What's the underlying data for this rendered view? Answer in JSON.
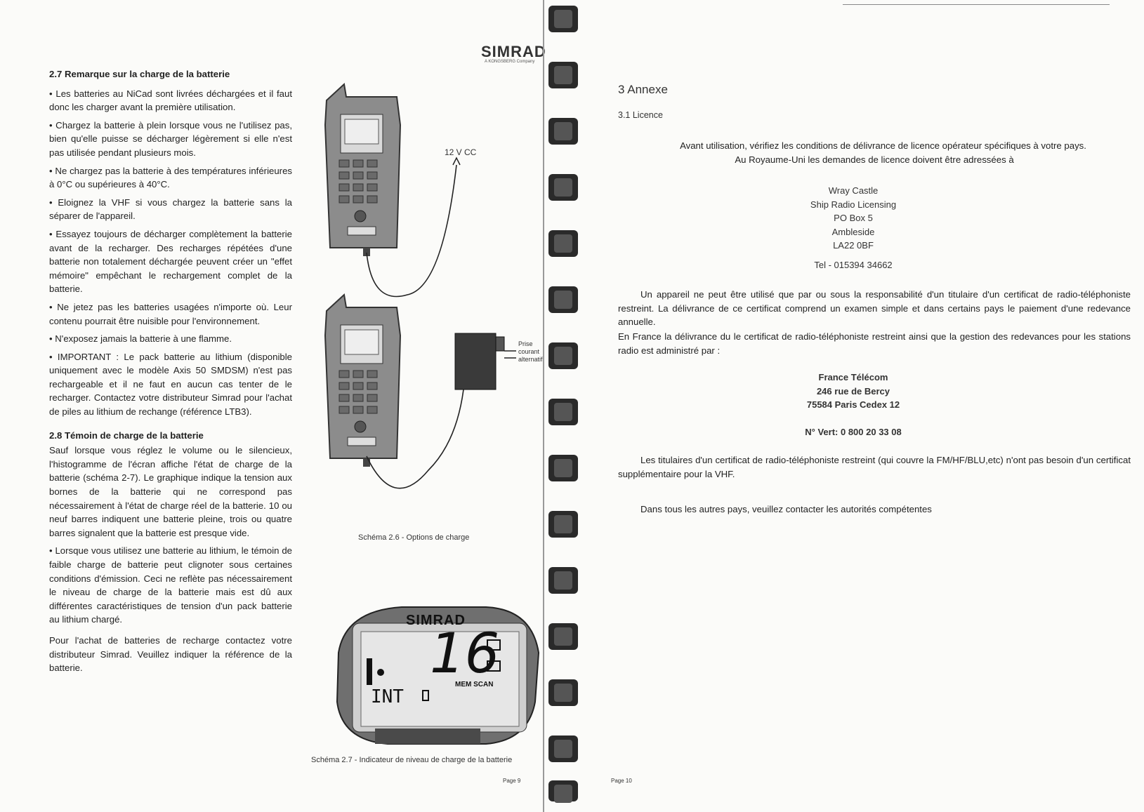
{
  "left_page": {
    "section_2_7": {
      "title": "2.7 Remarque sur la charge de la batterie",
      "paragraphs": [
        "• Les batteries au NiCad sont livrées déchargées et il faut donc les charger avant la première utilisation.",
        "• Chargez la batterie à plein lorsque vous ne l'utilisez pas, bien qu'elle puisse se décharger légèrement si elle n'est pas utilisée pendant plusieurs mois.",
        "• Ne chargez pas la batterie à des températures inférieures à 0°C ou supérieures à 40°C.",
        "• Eloignez la VHF si vous chargez la batterie sans la séparer de l'appareil.",
        "• Essayez toujours de décharger complètement la batterie avant de la recharger. Des recharges répétées d'une batterie non totalement déchargée peuvent créer un \"effet mémoire\" empêchant le rechargement complet de la batterie.",
        "• Ne jetez pas les batteries usagées n'importe où. Leur contenu pourrait être nuisible pour l'environnement.",
        "• N'exposez jamais la batterie à une flamme.",
        "• IMPORTANT : Le pack batterie au lithium (disponible uniquement avec le modèle Axis 50 SMDSM) n'est pas rechargeable et il ne faut en aucun cas tenter de le recharger. Contactez votre distributeur Simrad pour l'achat de piles au lithium de rechange (référence LTB3)."
      ]
    },
    "section_2_8": {
      "title": "2.8 Témoin de charge de la batterie",
      "paragraphs": [
        "Sauf lorsque vous réglez le volume ou le silencieux, l'histogramme de l'écran affiche l'état de charge de la batterie (schéma 2-7). Le graphique indique la tension aux bornes de la batterie qui ne correspond pas nécessairement à l'état de charge réel de la batterie. 10 ou neuf barres indiquent une batterie pleine, trois ou quatre barres signalent que la batterie est presque vide.",
        "• Lorsque vous utilisez une batterie au lithium, le témoin de faible charge de batterie peut clignoter sous certaines conditions d'émission. Ceci ne reflète pas nécessairement le niveau de charge de la batterie mais est dû aux différentes caractéristiques de tension d'un pack batterie au lithium chargé.",
        "Pour l'achat de batteries de recharge contactez votre distributeur Simrad. Veuillez indiquer la référence de la batterie."
      ]
    },
    "figure": {
      "logo": "SIMRAD",
      "logo_sub": "A KONGSBERG Company",
      "voltage_label": "12 V CC",
      "prise_label": [
        "Prise",
        "courant",
        "alternatif"
      ],
      "caption_2_6": "Schéma 2.6 - Options de charge",
      "display_brand": "SIMRAD",
      "display_channel": "16",
      "display_int": "INT",
      "display_mode": "MEM SCAN",
      "caption_2_7": "Schéma 2.7 - Indicateur de niveau de charge de la batterie"
    },
    "page_number": "Page 9"
  },
  "right_page": {
    "title": "3 Annexe",
    "subtitle": "3.1 Licence",
    "intro_1": "Avant utilisation, vérifiez les conditions de délivrance de licence opérateur spécifiques à votre pays.",
    "intro_2": "Au Royaume-Uni les demandes de licence doivent être adressées à",
    "uk_address": [
      "Wray Castle",
      "Ship Radio Licensing",
      "PO Box 5",
      "Ambleside",
      "LA22 0BF"
    ],
    "uk_tel": "Tel - 015394 34662",
    "para_1": "Un appareil ne peut être utilisé que par ou sous la responsabilité d'un titulaire d'un certificat de radio-téléphoniste restreint. La délivrance de ce certificat comprend un examen simple et dans certains pays le paiement d'une redevance annuelle.",
    "para_2": "En France la délivrance du le certificat de radio-téléphoniste restreint ainsi que la gestion des redevances pour les stations radio est administré par :",
    "fr_address": [
      "France Télécom",
      "246 rue de Bercy",
      "75584 Paris Cedex 12"
    ],
    "fr_tel": "N° Vert: 0 800 20 33 08",
    "para_3": "Les titulaires d'un certificat de radio-téléphoniste restreint (qui couvre la FM/HF/BLU,etc) n'ont pas besoin d'un certificat supplémentaire pour la VHF.",
    "para_4": "Dans tous les autres pays, veuillez contacter les autorités compétentes",
    "page_number": "Page 10"
  }
}
